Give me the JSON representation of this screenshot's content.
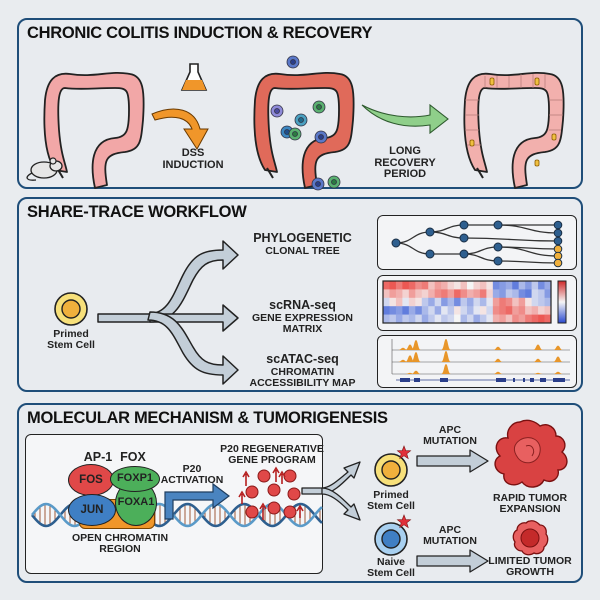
{
  "panels": {
    "colitis": {
      "title": "CHRONIC COLITIS INDUCTION & RECOVERY",
      "dss_label": [
        "DSS",
        "INDUCTION"
      ],
      "recovery_label": [
        "LONG",
        "RECOVERY",
        "PERIOD"
      ]
    },
    "workflow": {
      "title": "SHARE-TRACE WORKFLOW",
      "source_cell": [
        "Primed",
        "Stem Cell"
      ],
      "branches": [
        {
          "title": "PHYLOGENETIC",
          "subtitle": [
            "CLONAL TREE"
          ]
        },
        {
          "title": "scRNA-seq",
          "subtitle": [
            "GENE EXPRESSION",
            "MATRIX"
          ]
        },
        {
          "title": "scATAC-seq",
          "subtitle": [
            "CHROMATIN",
            "ACCESSIBILITY MAP"
          ]
        }
      ],
      "heatmap": [
        [
          0.8,
          0.9,
          0.7,
          0.9,
          0.8,
          0.6,
          0.7,
          0.3,
          0.5,
          0.4,
          0.2,
          0.1,
          0.3,
          0.0,
          0.2,
          0.3,
          0.1,
          -0.7,
          -0.6,
          -0.5,
          -0.8,
          -0.4,
          -0.6,
          -0.3,
          -0.7,
          -0.5
        ],
        [
          0.3,
          0.5,
          0.4,
          0.2,
          0.5,
          0.3,
          0.2,
          0.4,
          0.6,
          0.7,
          0.5,
          0.8,
          0.6,
          0.4,
          0.5,
          0.7,
          0.2,
          -0.5,
          -0.6,
          -0.3,
          -0.4,
          -0.7,
          -0.8,
          -0.2,
          -0.3,
          -0.6
        ],
        [
          -0.2,
          0.1,
          0.3,
          -0.1,
          0.2,
          0.1,
          -0.3,
          -0.5,
          -0.2,
          -0.6,
          -0.4,
          -0.7,
          -0.3,
          -0.5,
          -0.2,
          -0.4,
          -0.1,
          0.5,
          0.7,
          0.6,
          0.3,
          0.5,
          0.1,
          -0.2,
          -0.3,
          -0.4
        ],
        [
          -0.8,
          -0.7,
          -0.6,
          -0.8,
          -0.5,
          -0.7,
          -0.4,
          -0.2,
          -0.5,
          -0.1,
          -0.3,
          0.1,
          -0.2,
          -0.4,
          -0.1,
          0.1,
          -0.2,
          0.6,
          0.7,
          0.8,
          0.5,
          0.6,
          0.3,
          0.4,
          0.2,
          0.3
        ],
        [
          -0.4,
          -0.3,
          -0.5,
          -0.3,
          -0.4,
          -0.2,
          -0.5,
          -0.3,
          -0.1,
          -0.3,
          -0.2,
          0.0,
          -0.4,
          -0.2,
          -0.5,
          -0.3,
          -0.1,
          0.4,
          0.5,
          0.3,
          0.6,
          0.5,
          0.7,
          0.8,
          0.9,
          0.8
        ]
      ],
      "tree_leaf_colors": [
        "#2e5f8f",
        "#2e5f8f",
        "#2e5f8f",
        "#f0b03c",
        "#f0b03c",
        "#f0b03c"
      ],
      "atac_tracks": [
        [
          0.2,
          0.5,
          0.9,
          0.0,
          1.0,
          0.0,
          0.3,
          0.0,
          0.5,
          0.4
        ],
        [
          0.2,
          0.6,
          0.9,
          0.0,
          1.0,
          0.0,
          0.3,
          0.0,
          0.3,
          0.5
        ],
        [
          0.0,
          0.1,
          0.3,
          0.0,
          0.9,
          0.0,
          0.2,
          0.0,
          0.1,
          0.2
        ]
      ]
    },
    "mechanism": {
      "title": "MOLECULAR MECHANISM & TUMORIGENESIS",
      "ap1_label": "AP-1",
      "fox_label": "FOX",
      "proteins": {
        "fos": "FOS",
        "jun": "JUN",
        "foxp1": "FOXP1",
        "foxa1": "FOXA1"
      },
      "chromatin_label": [
        "OPEN CHROMATIN",
        "REGION"
      ],
      "activation_label": [
        "P20",
        "ACTIVATION"
      ],
      "program_label": [
        "P20 REGENERATIVE",
        "GENE PROGRAM"
      ],
      "primed_cell": [
        "Primed",
        "Stem Cell"
      ],
      "naive_cell": [
        "Naive",
        "Stem Cell"
      ],
      "mutation_label": [
        "APC",
        "MUTATION"
      ],
      "rapid_label": [
        "RAPID TUMOR",
        "EXPANSION"
      ],
      "limited_label": [
        "LIMITED TUMOR",
        "GROWTH"
      ]
    }
  },
  "colors": {
    "panel_border": "#1f4e79",
    "colon_healthy": "#f2a7a7",
    "colon_inflamed": "#e06a5a",
    "dss_arrow": "#f0962a",
    "recovery_arrow": "#8fcf8a",
    "fos": "#e04848",
    "jun": "#3f7fc4",
    "fox": "#4caf5a",
    "chromatin": "#f0962a",
    "primed": "#f3d25a",
    "naive": "#5aa0da",
    "tumor": "#d94242"
  }
}
